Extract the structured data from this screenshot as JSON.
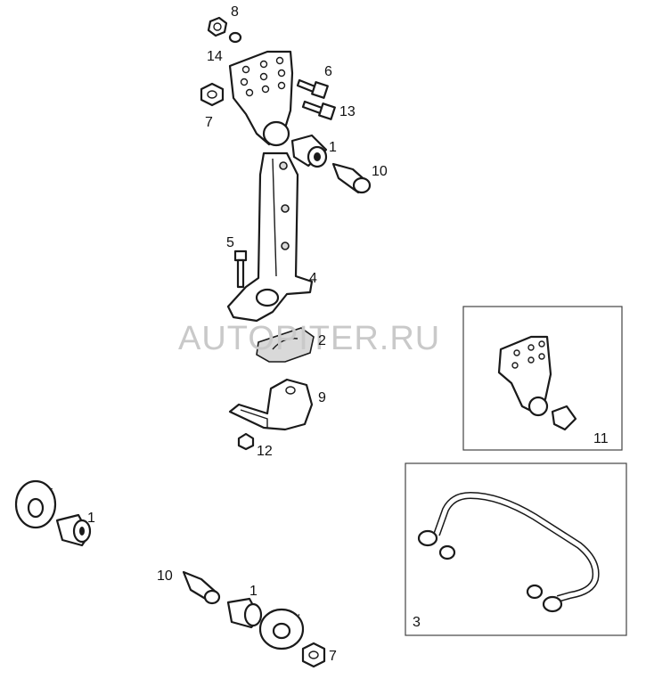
{
  "watermark": "AUTOPITER.RU",
  "callouts": {
    "c8": "8",
    "c14": "14",
    "c7_top": "7",
    "c6": "6",
    "c13": "13",
    "c1_top": "1",
    "c10_top": "10",
    "c5": "5",
    "c4": "4",
    "c2": "2",
    "c9": "9",
    "c12": "12",
    "c11": "11",
    "c3": "3",
    "c1_left": "1",
    "c10_bottom": "10",
    "c1_bottom": "1",
    "c7_bottom": "7"
  }
}
